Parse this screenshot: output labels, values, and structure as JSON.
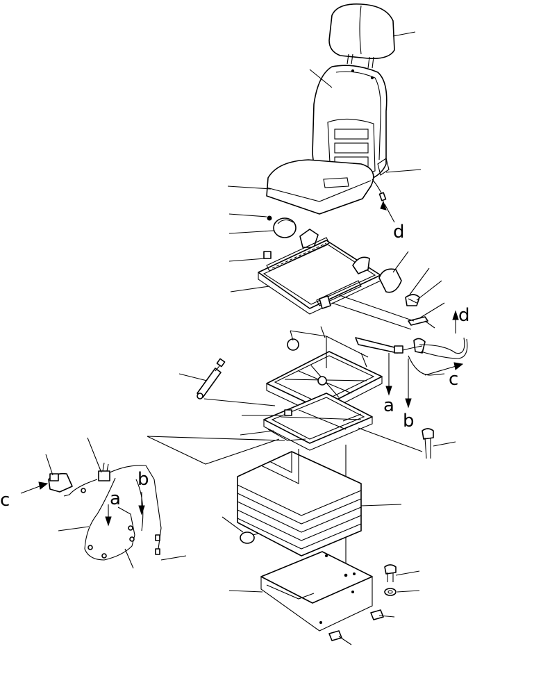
{
  "connector_labels": {
    "a_upper": "a",
    "b_upper": "b",
    "c_upper": "c",
    "d_upper": "d",
    "d_seat": "d",
    "a_lower": "a",
    "b_lower": "b",
    "c_lower": "c"
  },
  "colors": {
    "line": "#000000",
    "background": "#ffffff"
  }
}
